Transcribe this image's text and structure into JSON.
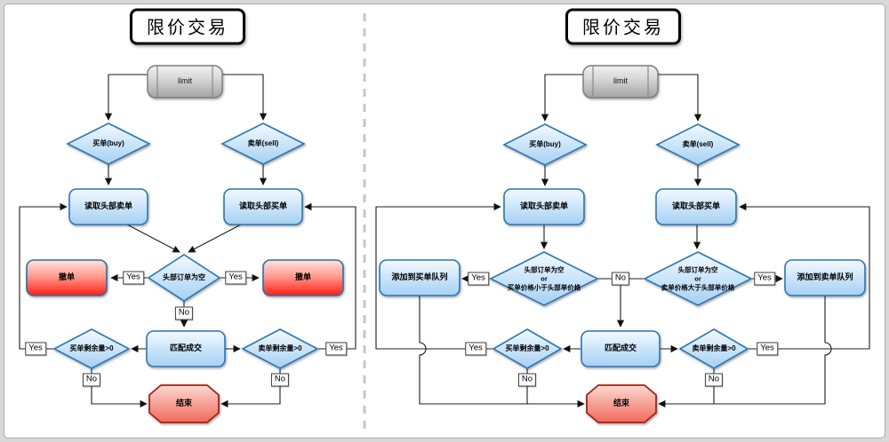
{
  "labels": {
    "yes": "Yes",
    "no": "No"
  },
  "colors": {
    "blue_border": "#2a75b6",
    "blue_fill_bottom": "#a6d0f2",
    "red_fill_bottom": "#ff2012",
    "end_border": "#a32219",
    "end_fill_bottom": "#f2685a",
    "cylinder_fill": "#b5b5b5",
    "divider": "#c6c6c6",
    "connector": "#1c1c1c"
  },
  "left_chart": {
    "title": "限价交易",
    "nodes": {
      "limit": "limit",
      "buy": "买单(buy)",
      "sell": "卖单(sell)",
      "read_head_sell": "读取头部卖单",
      "read_head_buy": "读取头部买单",
      "cancel_left": "撤单",
      "cancel_right": "撤单",
      "head_order_empty": "头部订单为空",
      "match_trade": "匹配成交",
      "buy_remaining": "买单剩余量>0",
      "sell_remaining": "卖单剩余量>0",
      "end": "结束"
    }
  },
  "right_chart": {
    "title": "限价交易",
    "nodes": {
      "limit": "limit",
      "buy": "买单(buy)",
      "sell": "卖单(sell)",
      "read_head_sell": "读取头部卖单",
      "read_head_buy": "读取头部买单",
      "add_to_buy_queue": "添加到买单队列",
      "add_to_sell_queue": "添加到卖单队列",
      "head_empty_or_buy_lower": {
        "line1": "头部订单为空",
        "line2": "or",
        "line3": "买单价格小于头部单价格"
      },
      "head_empty_or_sell_higher": {
        "line1": "头部订单为空",
        "line2": "or",
        "line3": "卖单价格大于头部单价格"
      },
      "buy_remaining": "买单剩余量>0",
      "match_trade": "匹配成交",
      "sell_remaining": "卖单剩余量>0",
      "end": "结束"
    }
  }
}
